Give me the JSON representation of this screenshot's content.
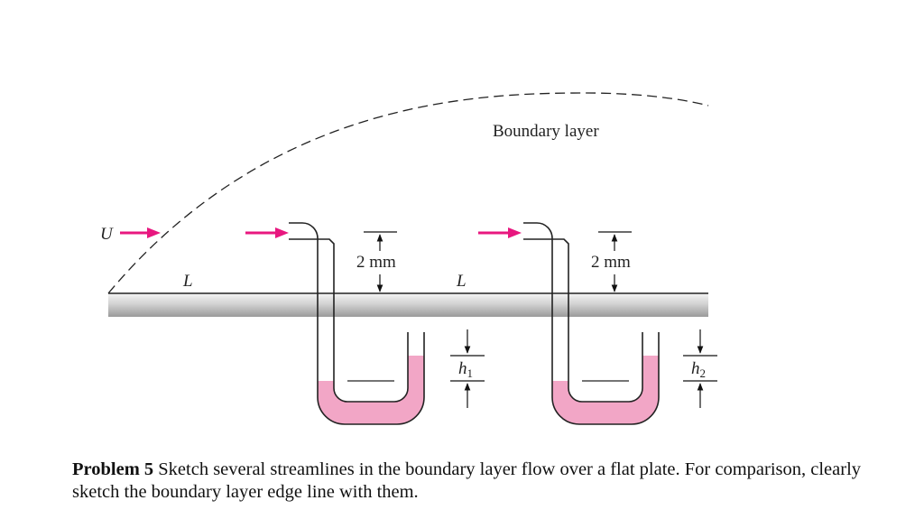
{
  "diagram": {
    "boundary_layer_label": "Boundary layer",
    "freestream_label": "U",
    "length_label_1": "L",
    "length_label_2": "L",
    "gap_label_1": "2 mm",
    "gap_label_2": "2 mm",
    "height_label_1": {
      "base": "h",
      "sub": "1"
    },
    "height_label_2": {
      "base": "h",
      "sub": "2"
    }
  },
  "caption": {
    "problem_number": "Problem 5",
    "text": "Sketch several streamlines in the boundary layer flow over a flat plate. For comparison, clearly sketch the boundary layer edge line with them."
  },
  "colors": {
    "arrow": "#e8177f",
    "fluid": "#f2a6c6",
    "plate_top": "#f4f4f4",
    "plate_bottom": "#9a9a9a",
    "line": "#111111"
  }
}
